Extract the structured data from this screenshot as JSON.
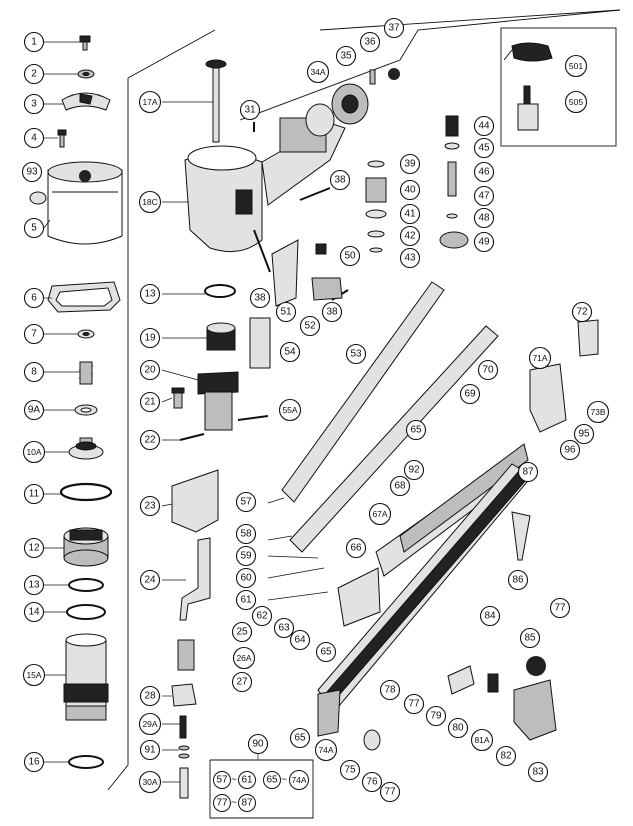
{
  "diagram": {
    "callouts": [
      {
        "id": "c1",
        "label": "1"
      },
      {
        "id": "c2",
        "label": "2"
      },
      {
        "id": "c3",
        "label": "3"
      },
      {
        "id": "c4",
        "label": "4"
      },
      {
        "id": "c93",
        "label": "93"
      },
      {
        "id": "c5",
        "label": "5"
      },
      {
        "id": "c6",
        "label": "6"
      },
      {
        "id": "c7",
        "label": "7"
      },
      {
        "id": "c8",
        "label": "8"
      },
      {
        "id": "c9a",
        "label": "9A"
      },
      {
        "id": "c10a",
        "label": "10A"
      },
      {
        "id": "c11",
        "label": "11"
      },
      {
        "id": "c12",
        "label": "12"
      },
      {
        "id": "c13l",
        "label": "13"
      },
      {
        "id": "c14",
        "label": "14"
      },
      {
        "id": "c15a",
        "label": "15A"
      },
      {
        "id": "c16",
        "label": "16"
      },
      {
        "id": "c17a",
        "label": "17A"
      },
      {
        "id": "c18c",
        "label": "18C"
      },
      {
        "id": "c13m",
        "label": "13"
      },
      {
        "id": "c19",
        "label": "19"
      },
      {
        "id": "c20",
        "label": "20"
      },
      {
        "id": "c21",
        "label": "21"
      },
      {
        "id": "c22",
        "label": "22"
      },
      {
        "id": "c23",
        "label": "23"
      },
      {
        "id": "c24",
        "label": "24"
      },
      {
        "id": "c25",
        "label": "25"
      },
      {
        "id": "c26a",
        "label": "26A"
      },
      {
        "id": "c27",
        "label": "27"
      },
      {
        "id": "c28",
        "label": "28"
      },
      {
        "id": "c29a",
        "label": "29A"
      },
      {
        "id": "c91",
        "label": "91"
      },
      {
        "id": "c30a",
        "label": "30A"
      },
      {
        "id": "c31",
        "label": "31"
      },
      {
        "id": "c34a",
        "label": "34A"
      },
      {
        "id": "c35",
        "label": "35"
      },
      {
        "id": "c36",
        "label": "36"
      },
      {
        "id": "c37",
        "label": "37"
      },
      {
        "id": "c38a",
        "label": "38"
      },
      {
        "id": "c38b",
        "label": "38"
      },
      {
        "id": "c38c",
        "label": "38"
      },
      {
        "id": "c39",
        "label": "39"
      },
      {
        "id": "c40",
        "label": "40"
      },
      {
        "id": "c41",
        "label": "41"
      },
      {
        "id": "c42",
        "label": "42"
      },
      {
        "id": "c43",
        "label": "43"
      },
      {
        "id": "c44",
        "label": "44"
      },
      {
        "id": "c45",
        "label": "45"
      },
      {
        "id": "c46",
        "label": "46"
      },
      {
        "id": "c47",
        "label": "47"
      },
      {
        "id": "c48",
        "label": "48"
      },
      {
        "id": "c49",
        "label": "49"
      },
      {
        "id": "c50",
        "label": "50"
      },
      {
        "id": "c51",
        "label": "51"
      },
      {
        "id": "c52",
        "label": "52"
      },
      {
        "id": "c53",
        "label": "53"
      },
      {
        "id": "c54",
        "label": "54"
      },
      {
        "id": "c55a",
        "label": "55A"
      },
      {
        "id": "c57",
        "label": "57"
      },
      {
        "id": "c58",
        "label": "58"
      },
      {
        "id": "c59",
        "label": "59"
      },
      {
        "id": "c60",
        "label": "60"
      },
      {
        "id": "c61",
        "label": "61"
      },
      {
        "id": "c62",
        "label": "62"
      },
      {
        "id": "c63",
        "label": "63"
      },
      {
        "id": "c64",
        "label": "64"
      },
      {
        "id": "c65a",
        "label": "65"
      },
      {
        "id": "c65b",
        "label": "65"
      },
      {
        "id": "c65c",
        "label": "65"
      },
      {
        "id": "c66",
        "label": "66"
      },
      {
        "id": "c67a",
        "label": "67A"
      },
      {
        "id": "c68",
        "label": "68"
      },
      {
        "id": "c69",
        "label": "69"
      },
      {
        "id": "c70",
        "label": "70"
      },
      {
        "id": "c71a",
        "label": "71A"
      },
      {
        "id": "c72",
        "label": "72"
      },
      {
        "id": "c73b",
        "label": "73B"
      },
      {
        "id": "c74a",
        "label": "74A"
      },
      {
        "id": "c75",
        "label": "75"
      },
      {
        "id": "c76",
        "label": "76"
      },
      {
        "id": "c77a",
        "label": "77"
      },
      {
        "id": "c77b",
        "label": "77"
      },
      {
        "id": "c77c",
        "label": "77"
      },
      {
        "id": "c78",
        "label": "78"
      },
      {
        "id": "c79",
        "label": "79"
      },
      {
        "id": "c80",
        "label": "80"
      },
      {
        "id": "c81a",
        "label": "81A"
      },
      {
        "id": "c82",
        "label": "82"
      },
      {
        "id": "c83",
        "label": "83"
      },
      {
        "id": "c84",
        "label": "84"
      },
      {
        "id": "c85",
        "label": "85"
      },
      {
        "id": "c86",
        "label": "86"
      },
      {
        "id": "c87",
        "label": "87"
      },
      {
        "id": "c90",
        "label": "90"
      },
      {
        "id": "c92",
        "label": "92"
      },
      {
        "id": "c95",
        "label": "95"
      },
      {
        "id": "c96",
        "label": "96"
      },
      {
        "id": "c501",
        "label": "501"
      },
      {
        "id": "c505",
        "label": "505"
      }
    ],
    "set_90": {
      "row1": {
        "a": "57",
        "tilde1": "~",
        "b": "61",
        "c": "65",
        "tilde2": "~",
        "d": "74A"
      },
      "row2": {
        "a": "77",
        "tilde": "~",
        "b": "87"
      }
    }
  }
}
